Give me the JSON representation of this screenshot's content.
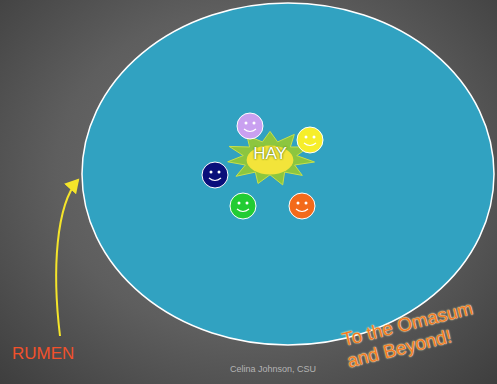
{
  "diagram": {
    "nodes": [
      {
        "text": [
          "HAY"
        ]
      }
    ],
    "labels": [
      "RUMEN",
      "To the Omasum and Beyond!",
      "Celina Johnson, CSU"
    ]
  }
}
